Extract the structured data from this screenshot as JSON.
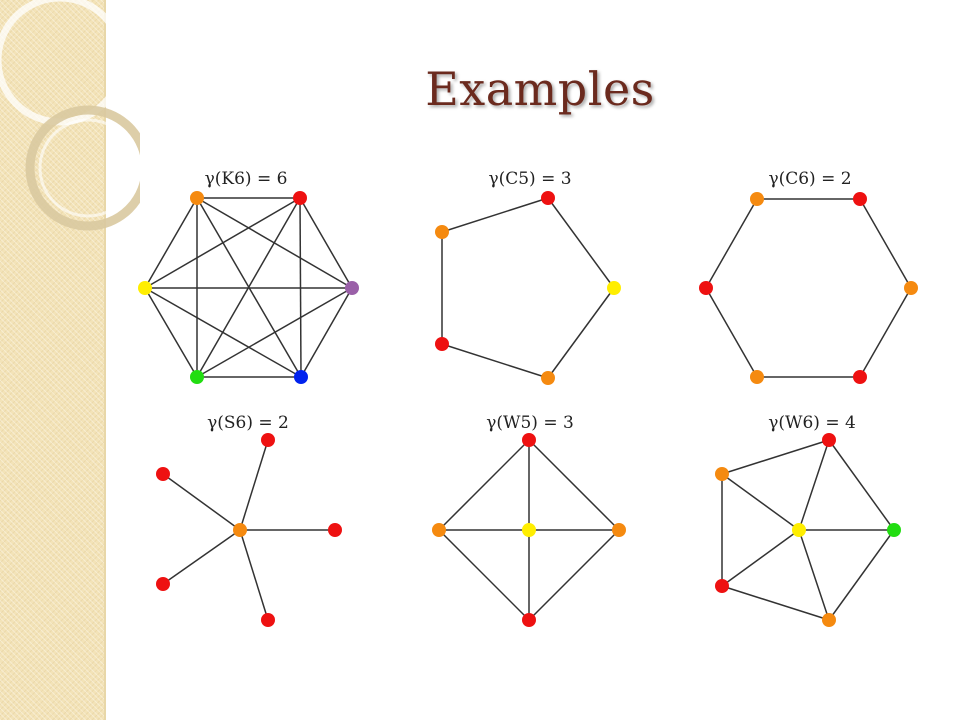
{
  "slide": {
    "title": "Examples"
  },
  "colors": {
    "red": "#ee1111",
    "orange": "#f58a10",
    "yellow": "#ffee00",
    "green": "#22dd11",
    "blue": "#0022ee",
    "purple": "#9a60a8",
    "edge": "#333333",
    "title": "#6b2a1e"
  },
  "graphs": [
    {
      "id": "K6",
      "caption": "γ(K6) = 6",
      "vertex_colors": [
        "orange",
        "red",
        "purple",
        "blue",
        "green",
        "yellow"
      ],
      "edges": [
        [
          0,
          1
        ],
        [
          0,
          2
        ],
        [
          0,
          3
        ],
        [
          0,
          4
        ],
        [
          0,
          5
        ],
        [
          1,
          2
        ],
        [
          1,
          3
        ],
        [
          1,
          4
        ],
        [
          1,
          5
        ],
        [
          2,
          3
        ],
        [
          2,
          4
        ],
        [
          2,
          5
        ],
        [
          3,
          4
        ],
        [
          3,
          5
        ],
        [
          4,
          5
        ]
      ]
    },
    {
      "id": "C5",
      "caption": "γ(C5) = 3",
      "vertex_colors": [
        "red",
        "yellow",
        "orange",
        "red",
        "orange"
      ],
      "edges": [
        [
          0,
          1
        ],
        [
          1,
          2
        ],
        [
          2,
          3
        ],
        [
          3,
          4
        ],
        [
          4,
          0
        ]
      ]
    },
    {
      "id": "C6",
      "caption": "γ(C6) = 2",
      "vertex_colors": [
        "orange",
        "red",
        "orange",
        "red",
        "orange",
        "red"
      ],
      "edges": [
        [
          0,
          1
        ],
        [
          1,
          2
        ],
        [
          2,
          3
        ],
        [
          3,
          4
        ],
        [
          4,
          5
        ],
        [
          5,
          0
        ]
      ]
    },
    {
      "id": "S6",
      "caption": "γ(S6) = 2",
      "vertex_colors": [
        "orange",
        "red",
        "red",
        "red",
        "red",
        "red"
      ],
      "edges": [
        [
          0,
          1
        ],
        [
          0,
          2
        ],
        [
          0,
          3
        ],
        [
          0,
          4
        ],
        [
          0,
          5
        ]
      ]
    },
    {
      "id": "W5",
      "caption": "γ(W5) = 3",
      "vertex_colors": [
        "yellow",
        "red",
        "orange",
        "red",
        "orange"
      ],
      "edges": [
        [
          1,
          2
        ],
        [
          2,
          3
        ],
        [
          3,
          4
        ],
        [
          4,
          1
        ],
        [
          0,
          1
        ],
        [
          0,
          2
        ],
        [
          0,
          3
        ],
        [
          0,
          4
        ]
      ]
    },
    {
      "id": "W6",
      "caption": "γ(W6) = 4",
      "vertex_colors": [
        "yellow",
        "red",
        "green",
        "orange",
        "red",
        "orange"
      ],
      "edges": [
        [
          1,
          2
        ],
        [
          2,
          3
        ],
        [
          3,
          4
        ],
        [
          4,
          5
        ],
        [
          5,
          1
        ],
        [
          0,
          1
        ],
        [
          0,
          2
        ],
        [
          0,
          3
        ],
        [
          0,
          4
        ],
        [
          0,
          5
        ]
      ]
    }
  ]
}
